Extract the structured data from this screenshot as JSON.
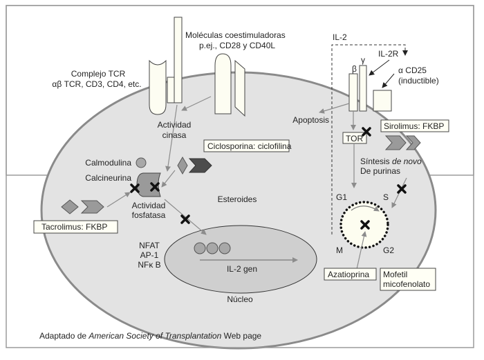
{
  "diagram": {
    "title": "Immunosuppressant mechanisms in T-cell activation",
    "colors": {
      "cell_fill": "#e3e3e3",
      "cell_stroke": "#8a8a8a",
      "nucleus_fill": "#cfcfcf",
      "receptor_fill": "#fdfdf2",
      "drug_light": "#9a9a9a",
      "drug_dark": "#4d4d4d",
      "arrow": "#8c8c8c",
      "block": "#111111",
      "box_fill": "#fffff5",
      "frame": "#9b9b9b"
    },
    "labels": {
      "tcr_complex_1": "Complejo TCR",
      "tcr_complex_2": "αβ TCR, CD3, CD4, etc.",
      "costim_1": "Moléculas coestimuladoras",
      "costim_2": "p.ej., CD28 y CD40L",
      "kinase_1": "Actividad",
      "kinase_2": "cinasa",
      "calmodulin": "Calmodulina",
      "calcineurin": "Calcineurina",
      "phosphatase_1": "Actividad",
      "phosphatase_2": "fosfatasa",
      "steroids": "Esteroides",
      "tf_1": "NFAT",
      "tf_2": "AP-1",
      "tf_3": "NFκ B",
      "il2_gene": "IL-2 gen",
      "nucleus": "Núcleo",
      "il2": "IL-2",
      "il2r": "IL-2R",
      "beta": "β",
      "gamma": "γ",
      "cd25_1": "α CD25",
      "cd25_2": "(inductible)",
      "apoptosis": "Apoptosis",
      "tor": "TOR",
      "purine_1a": "Síntesis ",
      "purine_1b": "de novo",
      "purine_2": "De purinas",
      "g1": "G1",
      "s": "S",
      "m": "M",
      "g2": "G2"
    },
    "drug_boxes": {
      "cyclosporine": "Ciclosporina: ciclofilina",
      "tacrolimus": "Tacrolimus: FKBP",
      "sirolimus": "Sirolimus: FKBP",
      "azathioprine": "Azatioprina",
      "mycophenolate_1": "Mofetil",
      "mycophenolate_2": "micofenolato"
    },
    "caption": {
      "prefix": "Adaptado de ",
      "italic": "American Society of Transplantation",
      "suffix": " Web page"
    }
  }
}
